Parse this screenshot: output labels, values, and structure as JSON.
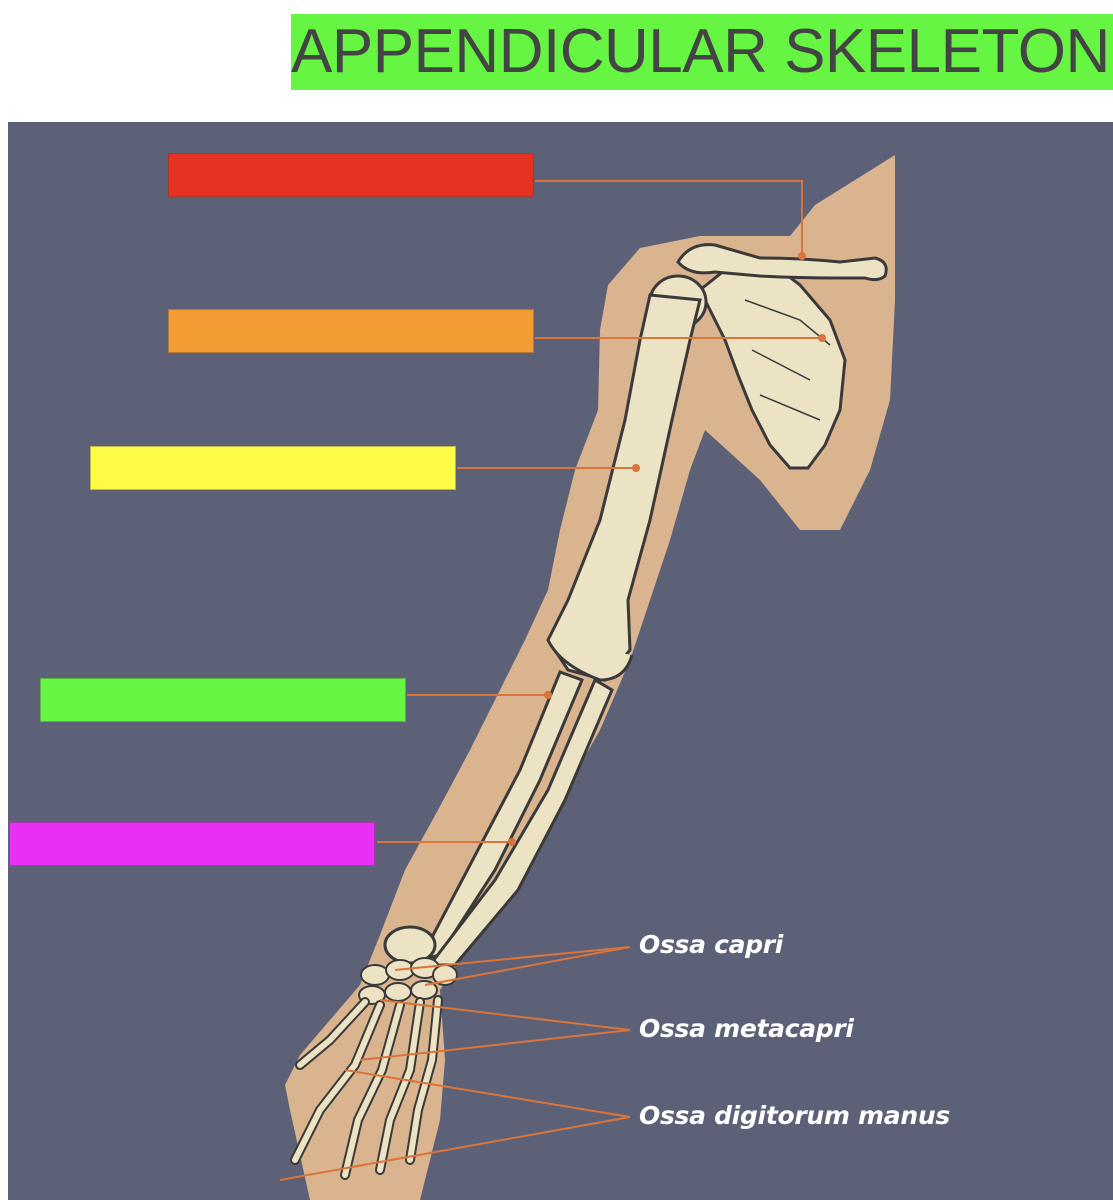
{
  "title": "APPENDICULAR SKELETON",
  "colors": {
    "title_bg": "#66f542",
    "panel_bg": "#5d6178",
    "skin": "#d9b48f",
    "bone": "#ece3c4",
    "leader": "#d9743a"
  },
  "label_boxes": [
    {
      "name": "red-label-box",
      "color": "#e63223"
    },
    {
      "name": "orange-label-box",
      "color": "#f29c33"
    },
    {
      "name": "yellow-label-box",
      "color": "#fdfb46"
    },
    {
      "name": "green-label-box",
      "color": "#66f542"
    },
    {
      "name": "magenta-label-box",
      "color": "#e830f5"
    }
  ],
  "callouts": {
    "carpi": "Ossa capri",
    "metacarpi": "Ossa metacapri",
    "digitorum": "Ossa digitorum manus"
  }
}
